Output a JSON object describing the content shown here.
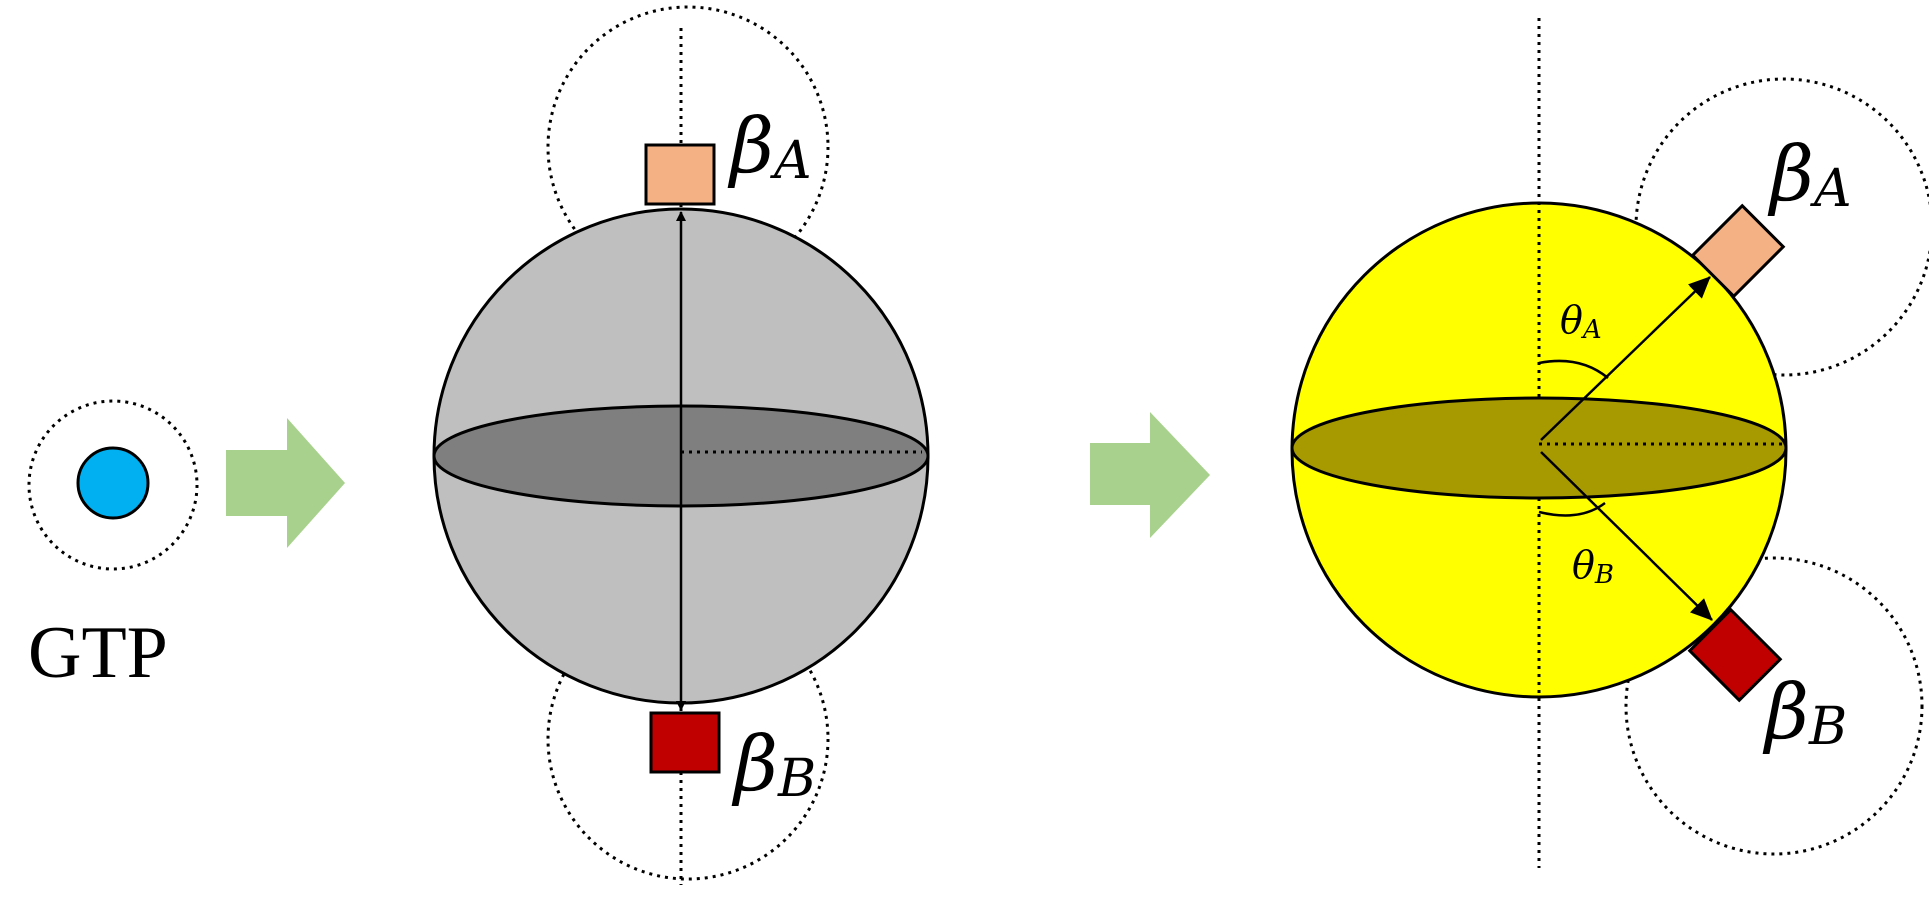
{
  "labels": {
    "gtp": "GTP",
    "beta_symbol": "β",
    "theta_symbol": "θ",
    "sub_a": "A",
    "sub_b": "B"
  },
  "colors": {
    "gtp_dot": "#00B0F0",
    "arrow_fill": "#A9D18E",
    "gray_sphere": "#BFBFBF",
    "gray_equator": "#7F7F7F",
    "yellow_sphere": "#FFFF00",
    "yellow_equator": "#A69A00",
    "patch_a": "#F4B183",
    "patch_b": "#C00000",
    "stroke": "#000000"
  },
  "angles": {
    "theta_a_deg": 45,
    "theta_b_deg": 45
  }
}
